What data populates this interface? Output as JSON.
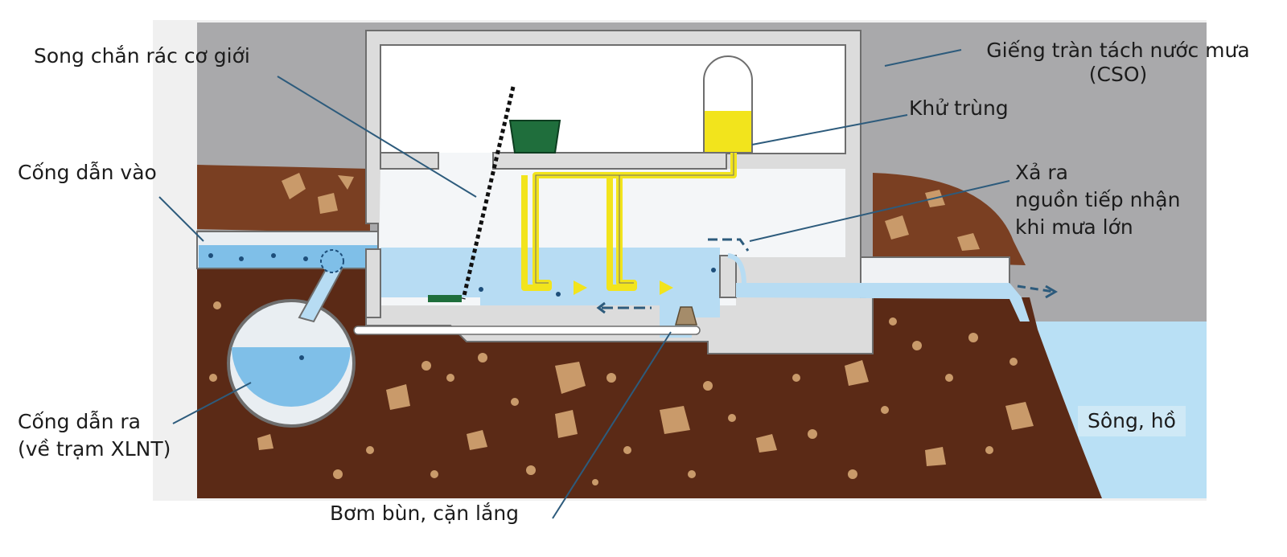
{
  "labels": {
    "screen": "Song chắn rác cơ giới",
    "cso_line1": "Giếng tràn tách nước mưa",
    "cso_line2": "(CSO)",
    "disinfection": "Khử trùng",
    "inlet": "Cống dẫn vào",
    "discharge_line1": "Xả ra",
    "discharge_line2": "nguồn tiếp nhận",
    "discharge_line3": "khi mưa lớn",
    "outlet_line1": "Cống dẫn ra",
    "outlet_line2": "(về trạm XLNT)",
    "sludge_pump": "Bơm bùn, cặn lắng",
    "river": "Sông, hồ"
  },
  "colors": {
    "sky": "#a9a9ab",
    "topsoil": "#7a3f22",
    "soil": "#5b2a16",
    "rock": "#c99a6a",
    "concrete": "#dcdcdc",
    "concrete_edge": "#6e6e6e",
    "water": "#b7dcf3",
    "water_deep": "#7fbfe8",
    "pipe": "#e9eef2",
    "disinfectant": "#f2e41c",
    "screen_box": "#1f6e3c",
    "river": "#b9e0f5",
    "leader_line": "#2d5b7c",
    "arrow_dash": "#2d5b7c",
    "flow_arrow": "#f2e41c"
  }
}
